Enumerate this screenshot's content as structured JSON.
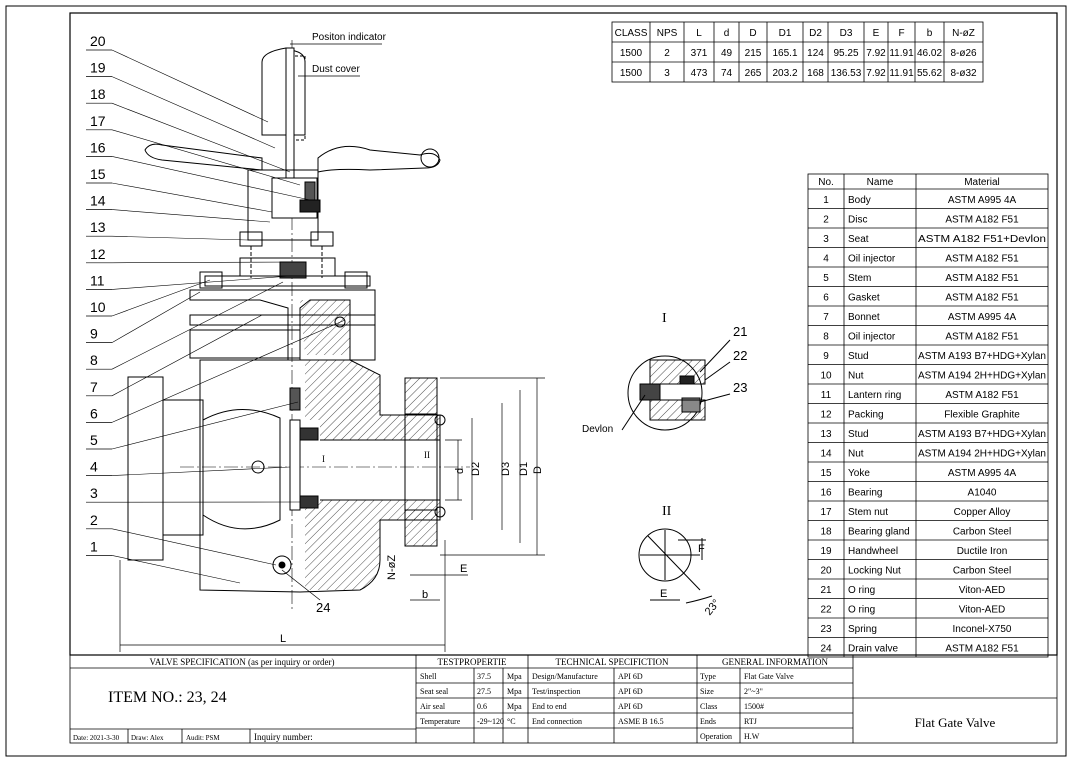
{
  "dimensions_table": {
    "headers": [
      "CLASS",
      "NPS",
      "L",
      "d",
      "D",
      "D1",
      "D2",
      "D3",
      "E",
      "F",
      "b",
      "N-øZ"
    ],
    "rows": [
      [
        "1500",
        "2",
        "371",
        "49",
        "215",
        "165.1",
        "124",
        "95.25",
        "7.92",
        "11.91",
        "46.02",
        "8-ø26"
      ],
      [
        "1500",
        "3",
        "473",
        "74",
        "265",
        "203.2",
        "168",
        "136.53",
        "7.92",
        "11.91",
        "55.62",
        "8-ø32"
      ]
    ]
  },
  "materials_table": {
    "headers": [
      "No.",
      "Name",
      "Material"
    ],
    "rows": [
      [
        "1",
        "Body",
        "ASTM A995 4A"
      ],
      [
        "2",
        "Disc",
        "ASTM A182 F51"
      ],
      [
        "3",
        "Seat",
        "ASTM A182 F51+Devlon"
      ],
      [
        "4",
        "Oil injector",
        "ASTM A182 F51"
      ],
      [
        "5",
        "Stem",
        "ASTM A182 F51"
      ],
      [
        "6",
        "Gasket",
        "ASTM A182 F51"
      ],
      [
        "7",
        "Bonnet",
        "ASTM A995 4A"
      ],
      [
        "8",
        "Oil injector",
        "ASTM A182 F51"
      ],
      [
        "9",
        "Stud",
        "ASTM A193 B7+HDG+Xylan"
      ],
      [
        "10",
        "Nut",
        "ASTM A194 2H+HDG+Xylan"
      ],
      [
        "11",
        "Lantern ring",
        "ASTM A182 F51"
      ],
      [
        "12",
        "Packing",
        "Flexible Graphite"
      ],
      [
        "13",
        "Stud",
        "ASTM A193 B7+HDG+Xylan"
      ],
      [
        "14",
        "Nut",
        "ASTM A194 2H+HDG+Xylan"
      ],
      [
        "15",
        "Yoke",
        "ASTM A995 4A"
      ],
      [
        "16",
        "Bearing",
        "A1040"
      ],
      [
        "17",
        "Stem nut",
        "Copper Alloy"
      ],
      [
        "18",
        "Bearing gland",
        "Carbon Steel"
      ],
      [
        "19",
        "Handwheel",
        "Ductile Iron"
      ],
      [
        "20",
        "Locking Nut",
        "Carbon Steel"
      ],
      [
        "21",
        "O ring",
        "Viton-AED"
      ],
      [
        "22",
        "O ring",
        "Viton-AED"
      ],
      [
        "23",
        "Spring",
        "Inconel-X750"
      ],
      [
        "24",
        "Drain valve",
        "ASTM A182 F51"
      ]
    ]
  },
  "drawing": {
    "position_indicator": "Positon indicator",
    "dust_cover": "Dust cover",
    "devlon": "Devlon",
    "detail_1_label": "I",
    "detail_2_label": "II",
    "section_mark_1": "I",
    "section_mark_2": "II",
    "left_callouts": [
      "20",
      "19",
      "18",
      "17",
      "16",
      "15",
      "14",
      "13",
      "12",
      "11",
      "10",
      "9",
      "8",
      "7",
      "6",
      "5",
      "4",
      "3",
      "2",
      "1"
    ],
    "callout_24": "24",
    "detail_callouts": [
      "21",
      "22",
      "23"
    ],
    "dims": {
      "L": "L",
      "b": "b",
      "E": "E",
      "F": "F",
      "d": "d",
      "D": "D",
      "D1": "D1",
      "D2": "D2",
      "D3": "D3",
      "NZ": "N-øZ",
      "angle": "23°"
    }
  },
  "title_block": {
    "valve_spec_header": "VALVE SPECIFICATION (as per inquiry or order)",
    "item_no": "ITEM NO.: 23, 24",
    "date": "Date: 2021-3-30",
    "draw": "Draw: Alex",
    "audit": "Audit: PSM",
    "inquiry": "Inquiry number:",
    "test_header": "TESTPROPERTIE",
    "test_rows": [
      [
        "Shell",
        "37.5",
        "Mpa"
      ],
      [
        "Seat seal",
        "27.5",
        "Mpa"
      ],
      [
        "Air seal",
        "0.6",
        "Mpa"
      ],
      [
        "Temperature",
        "-29~120",
        "°C"
      ]
    ],
    "tech_header": "TECHNICAL SPECIFICTION",
    "tech_rows": [
      [
        "Design/Manufacture",
        "API 6D"
      ],
      [
        "Test/inspection",
        "API 6D"
      ],
      [
        "End to end",
        "API 6D"
      ],
      [
        "End connection",
        "ASME B 16.5"
      ]
    ],
    "general_header": "GENERAL INFORMATION",
    "general_rows": [
      [
        "Type",
        "Flat Gate Valve"
      ],
      [
        "Size",
        "2\"~3\""
      ],
      [
        "Class",
        "1500#"
      ],
      [
        "Ends",
        "RTJ"
      ],
      [
        "Operation",
        "H.W"
      ]
    ],
    "product_name": "Flat Gate Valve"
  }
}
